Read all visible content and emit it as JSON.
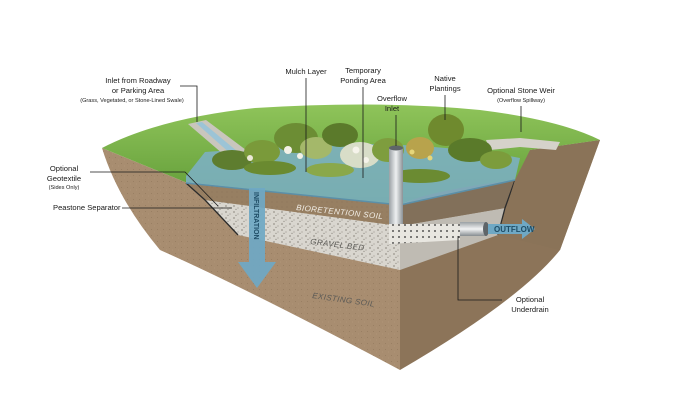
{
  "labels": {
    "inlet": {
      "line1": "Inlet from Roadway",
      "line2": "or Parking Area",
      "line3": "(Grass, Vegetated, or Stone-Lined Swale)"
    },
    "mulch": "Mulch Layer",
    "ponding": {
      "line1": "Temporary",
      "line2": "Ponding Area"
    },
    "overflow": {
      "line1": "Overflow",
      "line2": "Inlet"
    },
    "native": {
      "line1": "Native",
      "line2": "Plantings"
    },
    "weir": {
      "line1": "Optional Stone Weir",
      "line2": "(Overflow Spillway)"
    },
    "geotextile": {
      "line1": "Optional",
      "line2": "Geotextile",
      "line3": "(Sides Only)"
    },
    "peastone": "Peastone Separator",
    "underdrain": {
      "line1": "Optional",
      "line2": "Underdrain"
    }
  },
  "layers": {
    "bioretention": "BIORETENTION SOIL",
    "gravel": "GRAVEL BED",
    "existing": "EXISTING SOIL"
  },
  "arrows": {
    "infiltration": "INFILTRATION",
    "outflow": "OUTFLOW"
  },
  "colors": {
    "soil": "#a58a6e",
    "bioretention": "#927b5e",
    "gravel": "#d7d4cd",
    "grass": "#79b24a",
    "water": "#7cb0c8"
  }
}
